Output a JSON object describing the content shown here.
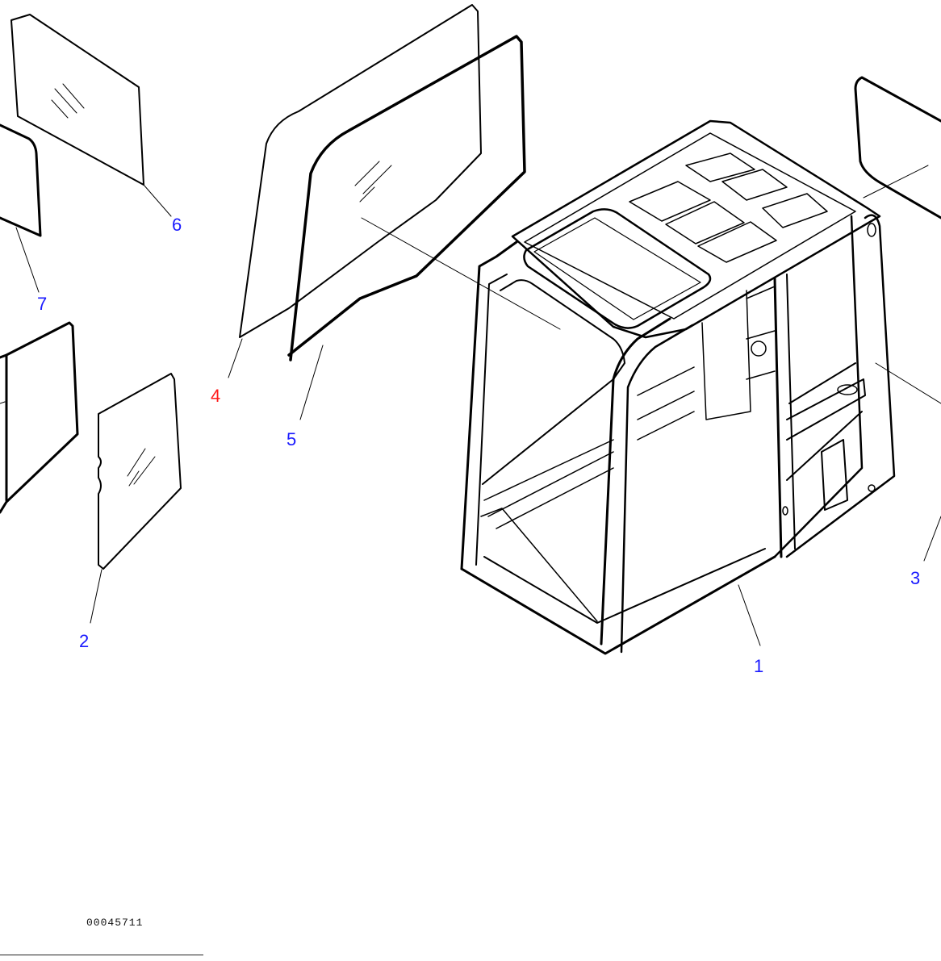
{
  "diagram": {
    "drawing_number": "00045711",
    "colors": {
      "line": "#000000",
      "leader": "#000000",
      "callout_default": "#1a1aff",
      "callout_highlight": "#ff1a1a",
      "glass_fill": "#ffffff"
    },
    "callouts": [
      {
        "id": "c1",
        "label": "1",
        "part": "cab-frame",
        "highlight": false
      },
      {
        "id": "c2",
        "label": "2",
        "part": "door-lower-glass",
        "highlight": false
      },
      {
        "id": "c3",
        "label": "3",
        "part": "right-side-glass",
        "highlight": false
      },
      {
        "id": "c4",
        "label": "4",
        "part": "front-upper-glass",
        "highlight": true
      },
      {
        "id": "c5",
        "label": "5",
        "part": "front-glass-inner",
        "highlight": false
      },
      {
        "id": "c6",
        "label": "6",
        "part": "rear-glass",
        "highlight": false
      },
      {
        "id": "c7",
        "label": "7",
        "part": "small-side-glass",
        "highlight": false
      }
    ]
  }
}
